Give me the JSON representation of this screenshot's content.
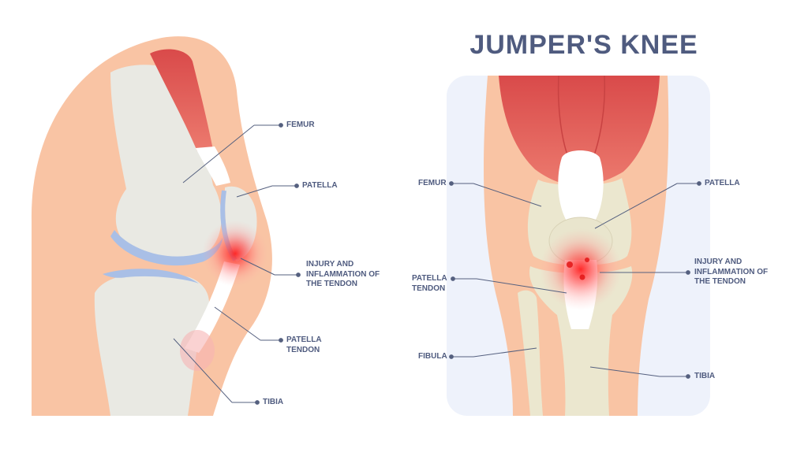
{
  "title": "JUMPER'S KNEE",
  "side_view": {
    "labels": {
      "femur": "FEMUR",
      "patella": "PATELLA",
      "injury": "INJURY AND\nINFLAMMATION OF\nTHE TENDON",
      "patella_tendon": "PATELLA\nTENDON",
      "tibia": "TIBIA"
    }
  },
  "front_view": {
    "labels": {
      "femur": "FEMUR",
      "patella": "PATELLA",
      "injury": "INJURY AND\nINFLAMMATION OF\nTHE TENDON",
      "patella_tendon": "PATELLA\nTENDON",
      "fibula": "FIBULA",
      "tibia": "TIBIA"
    }
  },
  "colors": {
    "skin": "#f9c4a4",
    "bone": "#e9e9e3",
    "muscle": "#e25a5a",
    "cartilage": "#a9bfe6",
    "inflammation": "#ff2a2a",
    "label_text": "#4f5b7f",
    "panel_bg": "#eef2fb"
  }
}
